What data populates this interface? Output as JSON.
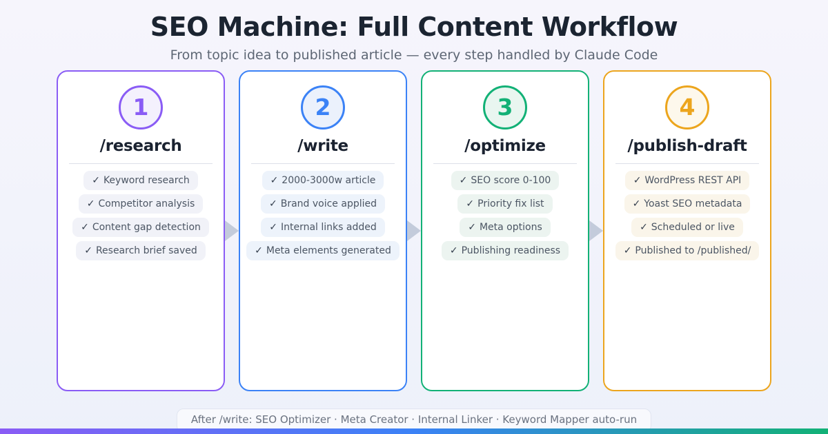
{
  "header": {
    "title": "SEO Machine: Full Content Workflow",
    "subtitle": "From topic idea to published article — every step handled by Claude Code"
  },
  "cards": [
    {
      "number": "1",
      "command": "/research",
      "theme": {
        "accent": "#8a5cf5",
        "circleBg": "#f4f1fd",
        "itemBg": "#f1f2f8"
      },
      "items": [
        {
          "check": "✓",
          "label": "Keyword research"
        },
        {
          "check": "✓",
          "label": "Competitor analysis"
        },
        {
          "check": "✓",
          "label": "Content gap detection"
        },
        {
          "check": "✓",
          "label": "Research brief saved"
        }
      ]
    },
    {
      "number": "2",
      "command": "/write",
      "theme": {
        "accent": "#3b82f6",
        "circleBg": "#ebf1fc",
        "itemBg": "#edf3fb"
      },
      "items": [
        {
          "check": "✓",
          "label": "2000-3000w article"
        },
        {
          "check": "✓",
          "label": "Brand voice applied"
        },
        {
          "check": "✓",
          "label": "Internal links added"
        },
        {
          "check": "✓",
          "label": "Meta elements generated"
        }
      ]
    },
    {
      "number": "3",
      "command": "/optimize",
      "theme": {
        "accent": "#12b176",
        "circleBg": "#e9f6f0",
        "itemBg": "#ecf4f0"
      },
      "items": [
        {
          "check": "✓",
          "label": "SEO score 0-100"
        },
        {
          "check": "✓",
          "label": "Priority fix list"
        },
        {
          "check": "✓",
          "label": "Meta options"
        },
        {
          "check": "✓",
          "label": "Publishing readiness"
        }
      ]
    },
    {
      "number": "4",
      "command": "/publish-draft",
      "theme": {
        "accent": "#eca51d",
        "circleBg": "#fdf8ec",
        "itemBg": "#faf5ea"
      },
      "items": [
        {
          "check": "✓",
          "label": "WordPress REST API"
        },
        {
          "check": "✓",
          "label": "Yoast SEO metadata"
        },
        {
          "check": "✓",
          "label": "Scheduled or live"
        },
        {
          "check": "✓",
          "label": "Published to /published/"
        }
      ]
    }
  ],
  "footer": {
    "note": "After /write: SEO Optimizer · Meta Creator · Internal Linker · Keyword Mapper auto-run",
    "gradient_bar_colors": [
      "#8a5cf5",
      "#3b82f6",
      "#12b176"
    ]
  }
}
